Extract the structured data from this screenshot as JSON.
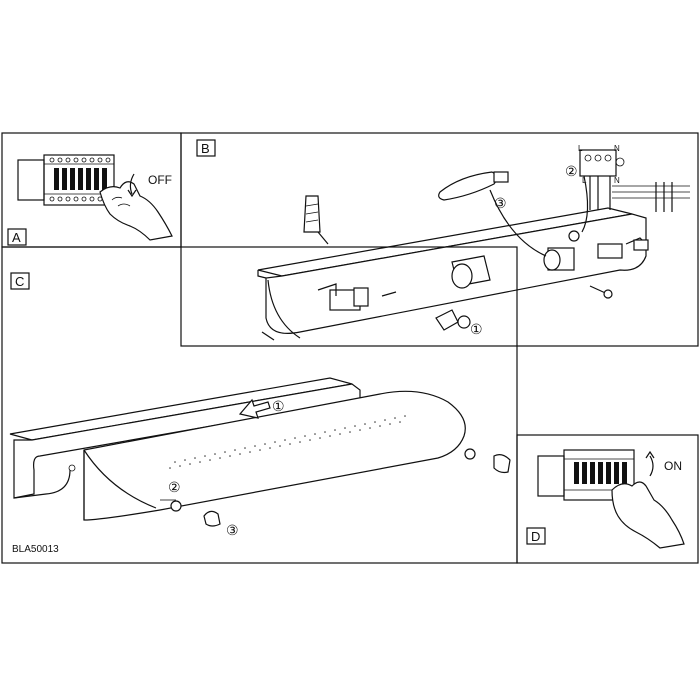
{
  "panels": {
    "a": {
      "label": "A",
      "switch_label": "OFF"
    },
    "b": {
      "label": "B",
      "wire_labels": {
        "live": "L",
        "neutral": "N"
      }
    },
    "c": {
      "label": "C"
    },
    "d": {
      "label": "D",
      "switch_label": "ON"
    }
  },
  "steps": {
    "one": "①",
    "two": "②",
    "three": "③"
  },
  "code": "BLA50013"
}
